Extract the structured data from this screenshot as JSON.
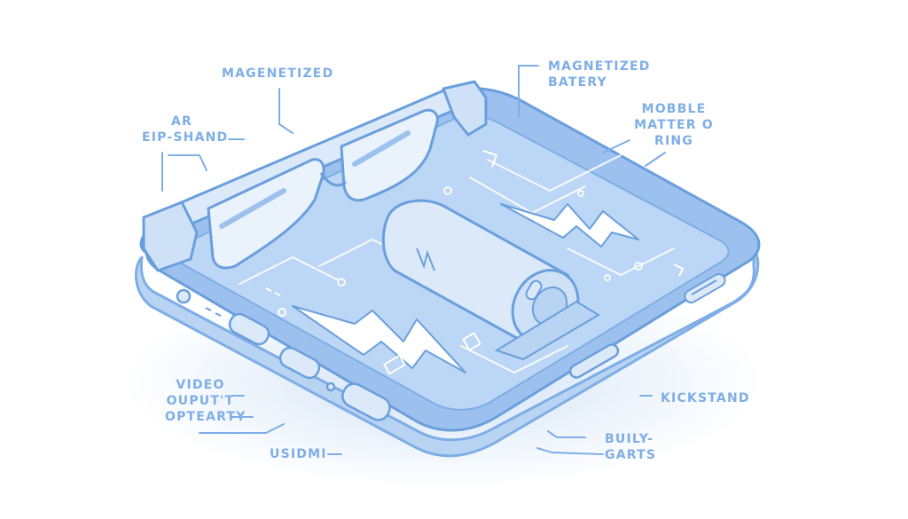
{
  "colors": {
    "ink": "#7eaee6",
    "ink_dark": "#5f93d4",
    "fill": "#dce9f9",
    "fill_mid": "#b9d3f2",
    "fill_deep": "#9cc1ee",
    "background": "#ffffff"
  },
  "labels": {
    "magnetized": "MAGENETIZED",
    "ar_line1": "AR",
    "ar_line2": "EIP-SHAND",
    "battery_line1": "MAGNETIZED",
    "battery_line2": "BATERY",
    "mobile_line1": "MOBBLE",
    "mobile_line2": "MATTER O",
    "mobile_line3": "RING",
    "video_line1": "VIDEO",
    "video_line2": "OUPUT'T",
    "video_line3": "OPTEARTY",
    "usidmi": "USIDMI",
    "kickstand": "KICKSTAND",
    "buily_line1": "BUILY-",
    "buily_line2": "GARTS"
  },
  "icons": [
    "glasses-icon",
    "battery-icon",
    "lightning-icon",
    "usb-port-icon",
    "speaker-grille-icon"
  ]
}
